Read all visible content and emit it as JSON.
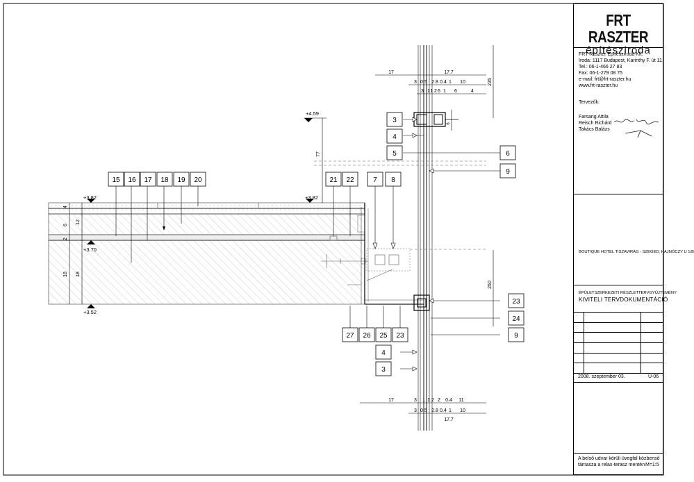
{
  "title_block": {
    "logo_main": "FRT RASZTER",
    "logo_sub": "építésziroda",
    "company": "FRT Raszter Építésziroda Kft.",
    "office": "Iroda: 1117 Budapest, Karinthy F. út 11.",
    "tel": "Tel.: 06-1-466 27 83",
    "fax": "Fax: 06-1-279 08 75",
    "email": "e-mail: frt@frt-raszter.hu",
    "web": "www.frt-raszter.hu",
    "designers_label": "Tervezők:",
    "designers": [
      "Farsang Attila",
      "Reisch Richárd",
      "Takács Balázs"
    ],
    "project": "BOUTIQUE HOTEL TISZAVIRÁG - SZEGED, HAJNÓCZY U 1/B",
    "phase_small": "ÉPÜLETSZERKEZETI RÉSZLETTERVGYŰJTEMÉNY",
    "phase": "KIVITELI TERVDOKUMENTÁCIÓ",
    "date": "2008. szeptember 03.",
    "sheet_no": "Ü-06",
    "description_1": "A belső udvar körüli üvegfal közbenső",
    "description_2": "támasza a relax-terasz mentén",
    "scale": "M=1:5"
  },
  "drawing": {
    "levels": {
      "l459": "+4.59",
      "l382_left": "+3.82",
      "l382_mid": "+3.82",
      "l370": "+3.70",
      "l352": "+3.52"
    },
    "top_dims": {
      "d17": "17",
      "d177": "17.7",
      "d3": "3",
      "d05": "0.5",
      "d28": "2.8",
      "d04": "0.4",
      "d1": "1",
      "d10": "10",
      "d3b": "3",
      "d1b": "1",
      "d12": "1.2",
      "d6a": "6",
      "d1c": "1",
      "d6": "6",
      "d4": "4",
      "d235": "235",
      "d6v": "6",
      "d77": "77"
    },
    "bottom_dims": {
      "d17": "17",
      "d3": "3",
      "d1": "1",
      "d12": "1.2",
      "d2": "2",
      "d04": "0.4",
      "d11": "11",
      "d3b": "3",
      "d05": "0.5",
      "d28": "2.8",
      "d04b": "0.4",
      "d1b": "1",
      "d10": "10",
      "d177": "17.7"
    },
    "side_dims": {
      "d4": "4",
      "d6": "6",
      "d12": "12",
      "d2": "2",
      "d18a": "18",
      "d18b": "18",
      "d250": "250"
    },
    "callouts": {
      "c3top": "3",
      "c4top": "4",
      "c5": "5",
      "c6": "6",
      "c9top": "9",
      "c15": "15",
      "c16": "16",
      "c17": "17",
      "c18": "18",
      "c19": "19",
      "c20": "20",
      "c21": "21",
      "c22": "22",
      "c7": "7",
      "c8": "8",
      "c23right": "23",
      "c24": "24",
      "c27": "27",
      "c26": "26",
      "c25": "25",
      "c23bottom": "23",
      "c9bottom": "9",
      "c4bottom": "4",
      "c3bottom": "3"
    }
  }
}
